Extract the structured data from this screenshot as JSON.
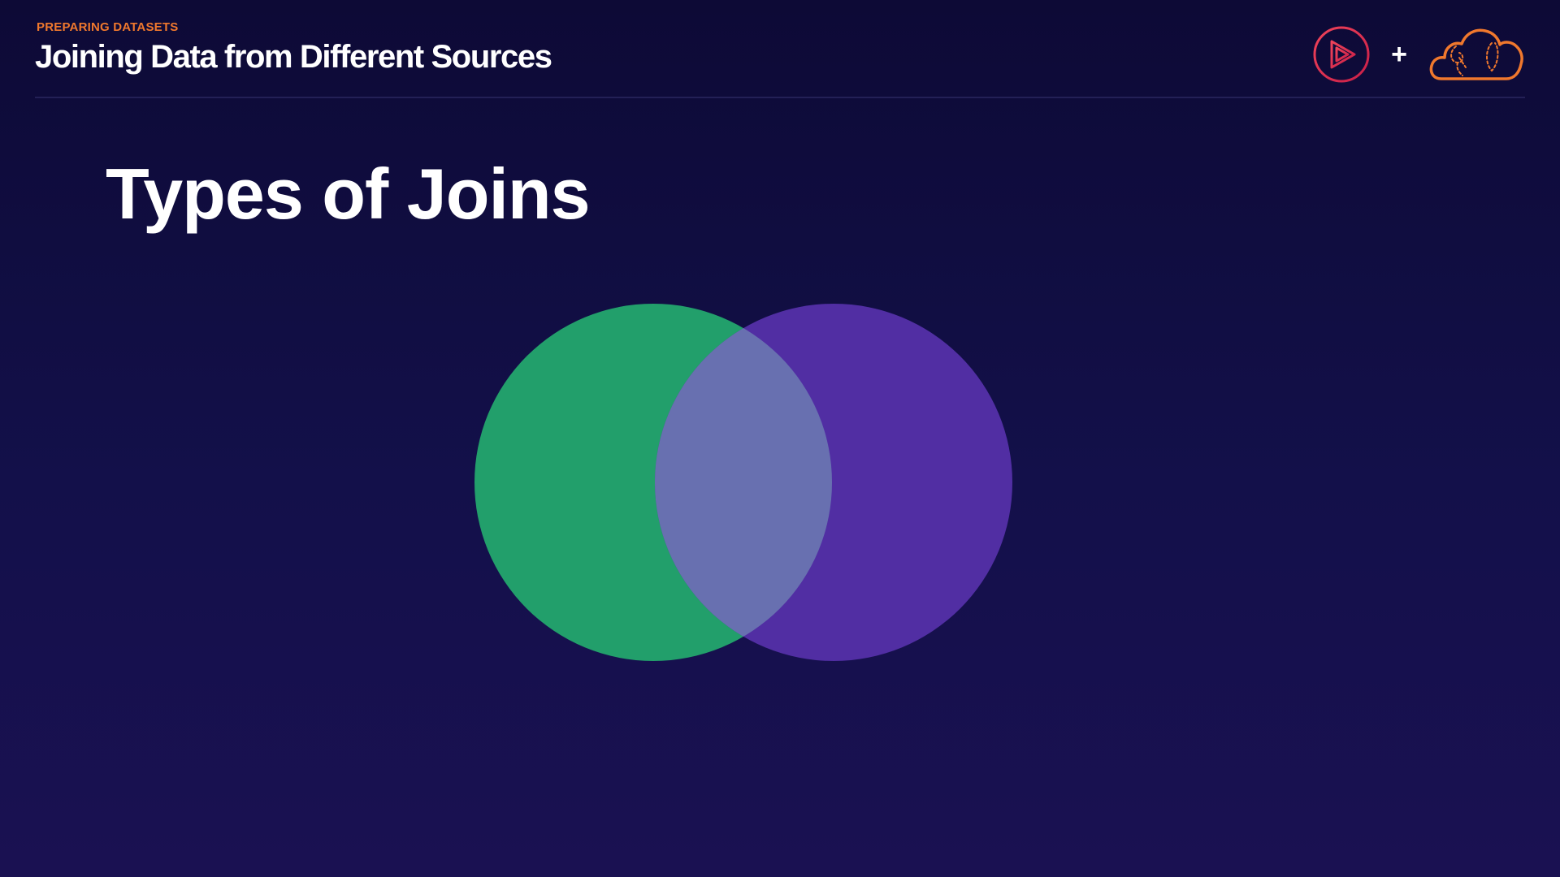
{
  "header": {
    "section_label": "PREPARING DATASETS",
    "module_title": "Joining Data from Different Sources",
    "logos": [
      {
        "name": "pluralsight-logo",
        "color": "#e0284f"
      },
      {
        "name": "plus-icon",
        "text": "+"
      },
      {
        "name": "aws-cloud-logo",
        "color": "#f0782d"
      }
    ]
  },
  "slide": {
    "title": "Types of Joins"
  },
  "venn": {
    "sets": [
      {
        "name": "left-set",
        "color": "#229f6b"
      },
      {
        "name": "right-set",
        "color": "#512ea3"
      }
    ],
    "intersection_color": "#6870b0"
  },
  "colors": {
    "background_top": "#0d0a36",
    "background_bottom": "#1a1152",
    "accent_orange": "#f0782d",
    "divider": "#232056"
  }
}
